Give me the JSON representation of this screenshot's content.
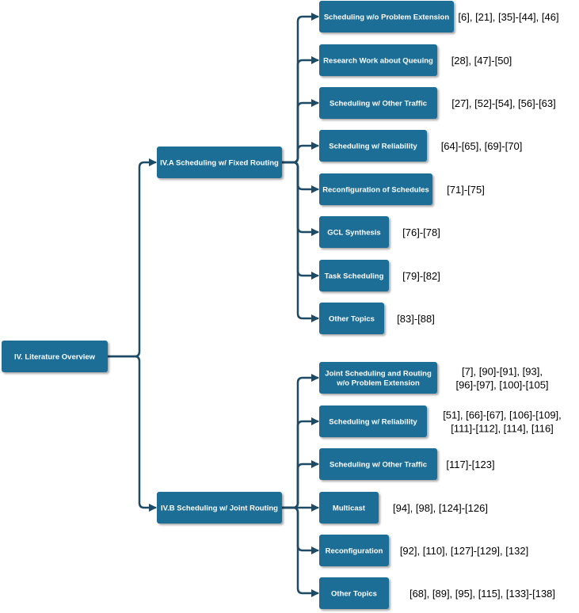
{
  "root": {
    "label": "IV. Literature Overview"
  },
  "branches": [
    {
      "label": "IV.A Scheduling w/ Fixed Routing",
      "children": [
        {
          "label": [
            "Scheduling w/o Problem Extension"
          ],
          "refs": [
            "[6], [21], [35]-[44], [46]"
          ]
        },
        {
          "label": [
            "Research Work about Queuing"
          ],
          "refs": [
            "[28], [47]-[50]"
          ]
        },
        {
          "label": [
            "Scheduling w/ Other Traffic"
          ],
          "refs": [
            "[27], [52]-[54], [56]-[63]"
          ]
        },
        {
          "label": [
            "Scheduling w/ Reliability"
          ],
          "refs": [
            "[64]-[65], [69]-[70]"
          ]
        },
        {
          "label": [
            "Reconfiguration of Schedules"
          ],
          "refs": [
            "[71]-[75]"
          ]
        },
        {
          "label": [
            "GCL Synthesis"
          ],
          "refs": [
            "[76]-[78]"
          ]
        },
        {
          "label": [
            "Task Scheduling"
          ],
          "refs": [
            "[79]-[82]"
          ]
        },
        {
          "label": [
            "Other Topics"
          ],
          "refs": [
            "[83]-[88]"
          ]
        }
      ]
    },
    {
      "label": "IV.B Scheduling w/ Joint Routing",
      "children": [
        {
          "label": [
            "Joint Scheduling and Routing",
            "w/o Problem Extension"
          ],
          "refs": [
            "[7], [90]-[91], [93],",
            "[96]-[97], [100]-[105]"
          ]
        },
        {
          "label": [
            "Scheduling w/ Reliability"
          ],
          "refs": [
            "[51], [66]-[67], [106]-[109],",
            "[111]-[112], [114], [116]"
          ]
        },
        {
          "label": [
            "Scheduling w/ Other Traffic"
          ],
          "refs": [
            "[117]-[123]"
          ]
        },
        {
          "label": [
            "Multicast"
          ],
          "refs": [
            "[94], [98], [124]-[126]"
          ]
        },
        {
          "label": [
            "Reconfiguration"
          ],
          "refs": [
            "[92], [110], [127]-[129], [132]"
          ]
        },
        {
          "label": [
            "Other Topics"
          ],
          "refs": [
            "[68], [89], [95], [115], [133]-[138]"
          ]
        }
      ]
    }
  ],
  "colors": {
    "node_fill": "#1f6e97",
    "edge": "#1d4a64",
    "node_text": "#ffffff",
    "ref_text": "#000000"
  }
}
